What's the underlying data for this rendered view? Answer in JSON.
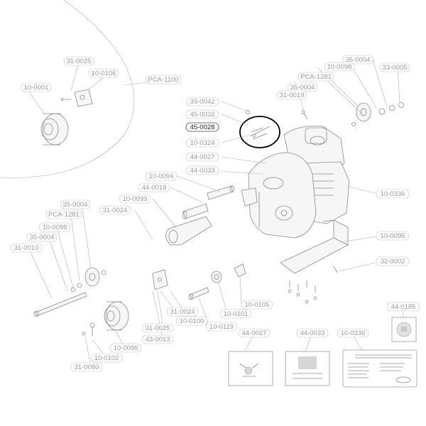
{
  "callouts": {
    "c_31_0025_top": "31-0025",
    "c_10_0106": "10-0106",
    "c_10_0001": "10-0001",
    "c_pca_1100": "PCA-1100",
    "c_39_0042": "39-0042",
    "c_45_0032": "45-0032",
    "c_45_0028": "45-0028",
    "c_10_0324": "10-0324",
    "c_44_0027": "44-0027",
    "c_44_0033": "44-0033",
    "c_35_0004_tr": "35-0004",
    "c_10_0098_tr": "10-0098",
    "c_33_0005": "33-0005",
    "c_pca_1281_tr": "PCA-1281",
    "c_35_0004_tr2": "35-0004",
    "c_31_0019": "31-0019",
    "c_10_0094": "10-0094",
    "c_44_0019": "44-0019",
    "c_10_0099": "10-0099",
    "c_35_0004_l": "35-0004",
    "c_31_0024_l": "31-0024",
    "c_pca_1281_l": "PCA-1281",
    "c_10_0098_l": "10-0098",
    "c_35_0004_l2": "35-0004",
    "c_31_0010": "31-0010",
    "c_10_0336_r": "10-0336",
    "c_10_0095": "10-0095",
    "c_32_0002": "32-0002",
    "c_31_0024_b": "31-0024",
    "c_10_0100": "10-0100",
    "c_10_0101": "10-0101",
    "c_10_0105": "10-0105",
    "c_31_0025_b": "31-0025",
    "c_10_0119": "10-0119",
    "c_43_0013": "43-0013",
    "c_10_0096": "10-0096",
    "c_10_0102": "10-0102",
    "c_31_0080": "31-0080",
    "c_44_0185": "44-0185",
    "c_44_0027_b": "44-0027",
    "c_44_0033_b": "44-0033",
    "c_10_0336_b": "10-0336"
  },
  "colors": {
    "line": "#8a8a8a",
    "leader": "#b0b0b0",
    "highlight_ring": "#000000",
    "callout_text": "#9a9a9a",
    "highlight_text": "#222222"
  },
  "highlighted_part": "45-0028"
}
